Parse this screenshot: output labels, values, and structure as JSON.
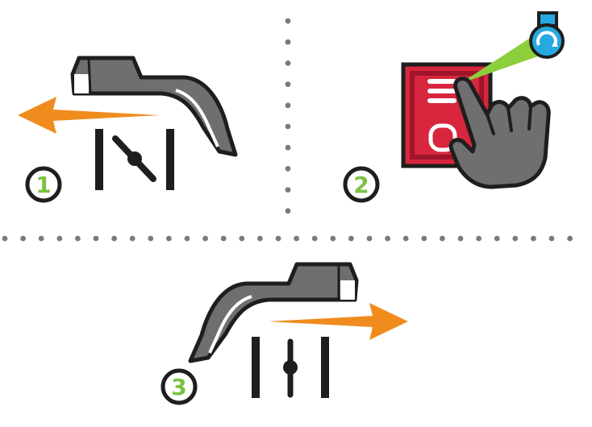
{
  "steps": [
    {
      "number": "1"
    },
    {
      "number": "2"
    },
    {
      "number": "3"
    }
  ],
  "colors": {
    "arrow": "#f08c1e",
    "badge": "#7cc242",
    "lever_dark": "#6f6f6f",
    "lever_light": "#8e8e8e",
    "outline": "#1e1e1e",
    "button_red": "#d7263d",
    "button_dark_red": "#9e1428",
    "beam": "#8ccf3c",
    "sensor": "#25a9e0",
    "dots": "#7a7a7a"
  },
  "icons": [
    "lever-icon",
    "arrow-left-icon",
    "valve-closed-icon",
    "push-button-icon",
    "hand-icon",
    "sensor-icon",
    "lever-icon",
    "arrow-right-icon",
    "valve-open-icon"
  ]
}
